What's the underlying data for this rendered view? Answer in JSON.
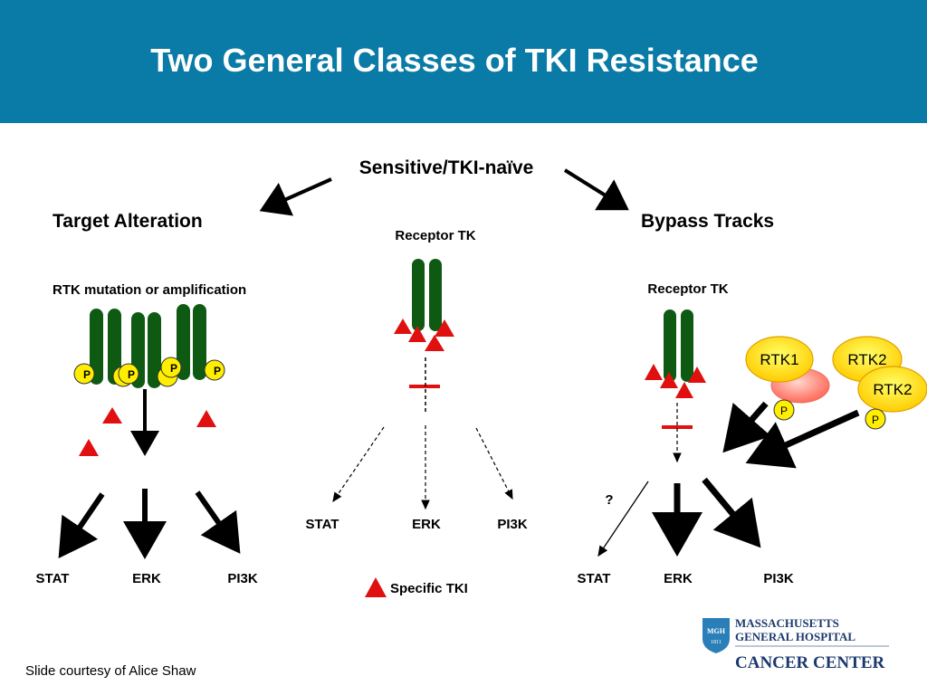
{
  "header": {
    "title": "Two General Classes of TKI Resistance"
  },
  "center": {
    "top_label": "Sensitive/TKI-naïve",
    "receptor_label": "Receptor TK",
    "pathways": [
      "STAT",
      "ERK",
      "PI3K"
    ]
  },
  "left": {
    "title": "Target Alteration",
    "subtitle": "RTK mutation or amplification",
    "phospho": "P",
    "pathways": [
      "STAT",
      "ERK",
      "PI3K"
    ]
  },
  "right": {
    "title": "Bypass Tracks",
    "receptor_label": "Receptor TK",
    "rtk1": "RTK1",
    "rtk2_back": "RTK2",
    "rtk2_front": "RTK2",
    "phospho": "P",
    "question": "?",
    "pathways": [
      "STAT",
      "ERK",
      "PI3K"
    ]
  },
  "legend": {
    "label": "Specific TKI"
  },
  "footer": {
    "credit": "Slide courtesy of Alice Shaw"
  },
  "logo": {
    "line1": "MASSACHUSETTS",
    "line2": "GENERAL HOSPITAL",
    "line3": "CANCER CENTER",
    "badge": "MGH",
    "badge_year": "1811"
  },
  "colors": {
    "header_bg": "#0a7aa6",
    "receptor_green": "#0f5a13",
    "tki_red": "#e01010",
    "rtk_yellow": "#ffd700",
    "rtk_pink": "#ff8a7a"
  }
}
